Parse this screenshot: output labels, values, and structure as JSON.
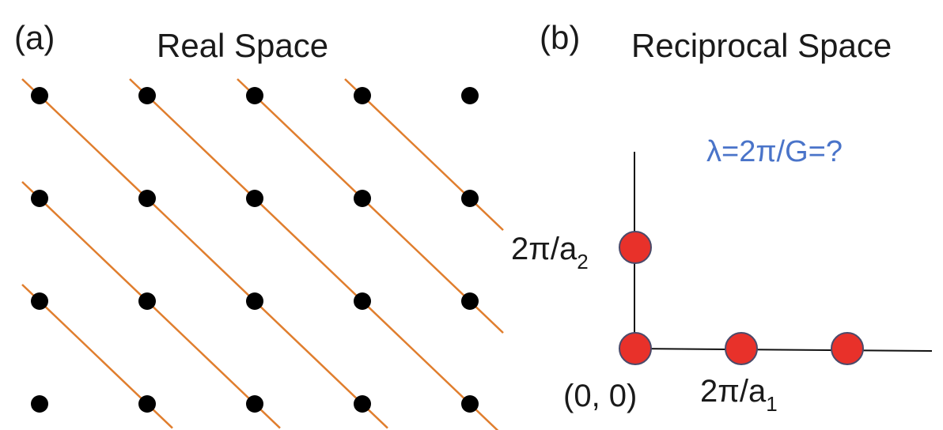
{
  "panel_a": {
    "label": "(a)",
    "title": "Real Space",
    "lattice": {
      "rows": 4,
      "cols": 5
    },
    "lattice_planes": {
      "count": 6,
      "color": "#e07e2e"
    },
    "dot_color": "#000000"
  },
  "panel_b": {
    "label": "(b)",
    "title": "Reciprocal Space",
    "question": "λ=2π/G=?",
    "question_color": "#4a74c9",
    "axis_y_label": {
      "base": "2π/a",
      "sub": "2"
    },
    "axis_x_label": {
      "base": "2π/a",
      "sub": "1"
    },
    "origin_label": "(0, 0)",
    "points_color": "#e8312a",
    "points_stroke": "#4a4a6a",
    "points": [
      {
        "h": 0,
        "k": 1
      },
      {
        "h": 0,
        "k": 0
      },
      {
        "h": 1,
        "k": 0
      },
      {
        "h": 2,
        "k": 0
      }
    ]
  }
}
